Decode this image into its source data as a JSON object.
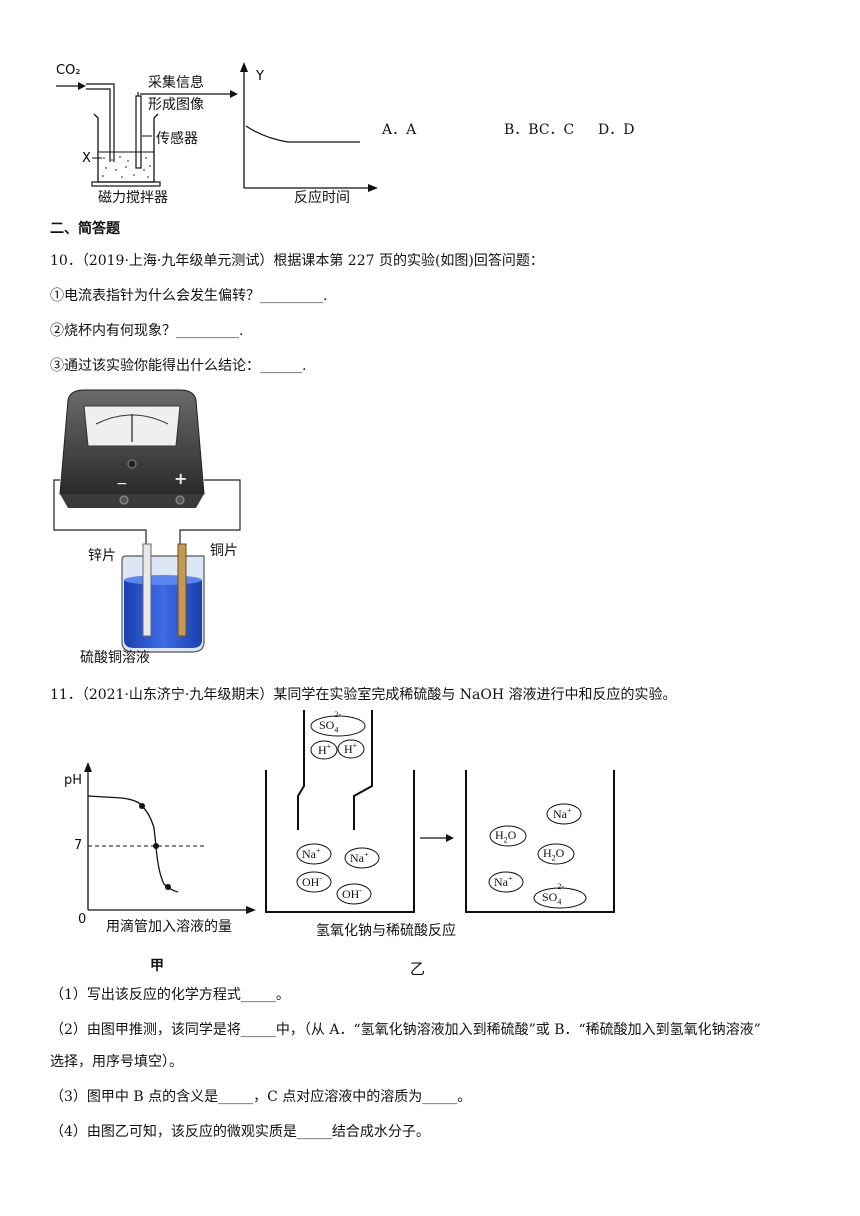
{
  "q9": {
    "co2": "CO₂",
    "x_label": "X",
    "collect": "采集信息",
    "form_image": "形成图像",
    "sensor": "传感器",
    "stirrer": "磁力搅拌器",
    "y_axis": "Y",
    "x_axis": "反应时间",
    "option_a": "A．A",
    "option_b": "B．BC．C",
    "option_d": "D．D"
  },
  "section2": {
    "title": "二、简答题"
  },
  "q10": {
    "stem": "10．（2019·上海·九年级单元测试）根据课本第 227 页的实验(如图)回答问题：",
    "q1": "①电流表指针为什么会发生偏转？_________.",
    "q2": "②烧杯内有何现象？_________.",
    "q3": "③通过该实验你能得出什么结论：______.",
    "zinc": "锌片",
    "copper": "铜片",
    "solution": "硫酸铜溶液",
    "minus": "−",
    "plus": "+"
  },
  "q11": {
    "stem": "11．（2021·山东济宁·九年级期末）某同学在实验室完成稀硫酸与 NaOH 溶液进行中和反应的实验。",
    "ph_label": "pH",
    "seven": "7",
    "zero": "0",
    "x_axis": "用滴管加入溶液的量",
    "reaction_caption": "氢氧化钠与稀硫酸反应",
    "fig_jia": "甲",
    "fig_yi": "乙",
    "ions": {
      "so4": "SO",
      "so4_sub": "4",
      "so4_sup": "2-",
      "h": "H",
      "h_sup": "+",
      "na": "Na",
      "na_sup": "+",
      "oh": "OH",
      "oh_sup": "-",
      "h2o_h": "H",
      "h2o_sub": "2",
      "h2o_o": "O"
    },
    "p1": "（1）写出该反应的化学方程式_____。",
    "p2a": "（2）由图甲推测，该同学是将_____中，（从 A．“氢氧化钠溶液加入到稀硫酸”或 B．“稀硫酸加入到氢氧化钠溶液”",
    "p2b": "选择，用序号填空）。",
    "p3": "（3）图甲中 B 点的含义是_____，C 点对应溶液中的溶质为_____。",
    "p4": "（4）由图乙可知，该反应的微观实质是_____结合成水分子。"
  }
}
